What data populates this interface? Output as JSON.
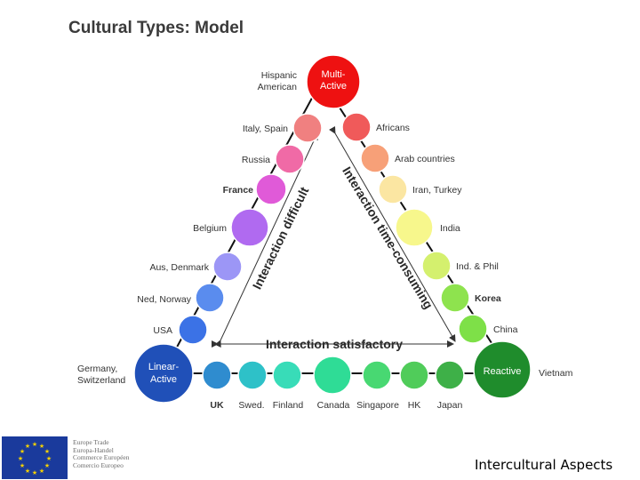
{
  "title": "Cultural Types: Model",
  "corners": {
    "top": "Multi-\nActive",
    "bottom_left": "Linear-\nActive",
    "bottom_right": "Reactive"
  },
  "edge_labels": {
    "left": "Interaction difficult",
    "right": "Interaction time-consuming",
    "bottom": "Interaction satisfactory"
  },
  "left_side": [
    "Italy, Spain",
    "Russia",
    "France",
    "Belgium",
    "Aus, Denmark",
    "Ned, Norway",
    "USA"
  ],
  "right_side": [
    "Africans",
    "Arab countries",
    "Iran, Turkey",
    "India",
    "Ind. & Phil",
    "Korea",
    "China"
  ],
  "bottom_side": [
    "UK",
    "Swed.",
    "Finland",
    "Canada",
    "Singapore",
    "HK",
    "Japan"
  ],
  "corner_countries": {
    "top": "Hispanic\nAmerican",
    "bottom_left": "Germany,\nSwitzerland",
    "bottom_right": "Vietnam"
  },
  "colors": {
    "multi_active": "#ee1111",
    "linear_active": "#2050b8",
    "reactive": "#1f8c2c"
  },
  "footer": {
    "text": "Intercultural Aspects",
    "logo_caption": [
      "Europe Trade",
      "Europa-Handel",
      "Commerce Européen",
      "Comercio Europeo"
    ]
  }
}
